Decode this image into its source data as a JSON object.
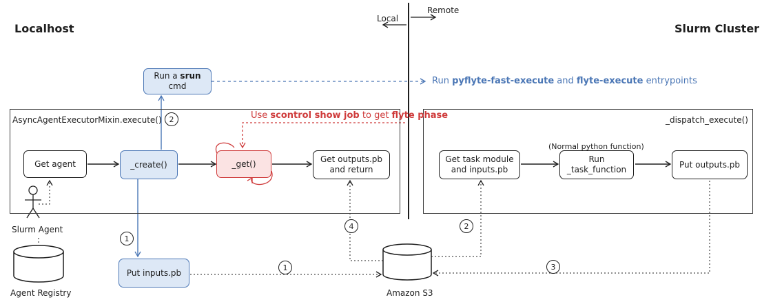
{
  "headers": {
    "localhost": "Localhost",
    "slurm_cluster": "Slurm Cluster",
    "local": "Local",
    "remote": "Remote"
  },
  "containers": {
    "mixin": "AsyncAgentExecutorMixin.execute()",
    "dispatch": "_dispatch_execute()"
  },
  "nodes": {
    "get_agent": "Get agent",
    "create": "_create()",
    "get": "_get()",
    "get_outputs_1": "Get outputs.pb",
    "get_outputs_2": "and return",
    "srun_prefix": "Run a ",
    "srun_bold": "srun",
    "srun_suffix": " cmd",
    "put_inputs": "Put inputs.pb",
    "task_module_1": "Get task module",
    "task_module_2": "and inputs.pb",
    "run_task_1": "Run",
    "run_task_2": "_task_function",
    "put_outputs": "Put outputs.pb"
  },
  "annotations": {
    "remote_run": [
      "Run ",
      "pyflyte-fast-execute",
      " and ",
      "flyte-execute",
      " entrypoints"
    ],
    "scontrol": [
      "Use ",
      "scontrol show job",
      " to get ",
      "flyte phase"
    ],
    "normal_python": "(Normal python function)"
  },
  "actors": {
    "slurm_agent": "Slurm Agent",
    "agent_registry": "Agent Registry",
    "amazon_s3": "Amazon S3"
  },
  "step_numbers": [
    "1",
    "2",
    "1",
    "2",
    "3",
    "4"
  ],
  "colors": {
    "blue": "#4a76b5",
    "blue_fill": "#dde8f6",
    "red": "#cf3b3b",
    "red_fill": "#fbe3e3",
    "ink": "#1e1e1e"
  }
}
